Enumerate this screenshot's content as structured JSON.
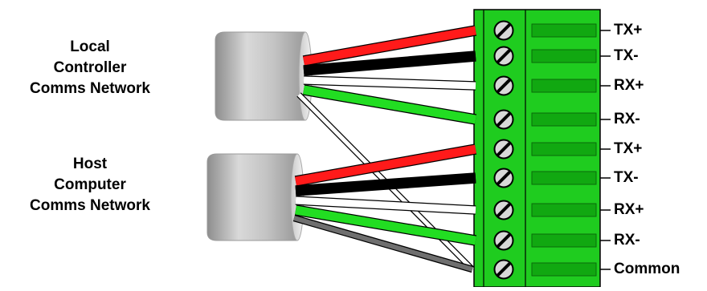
{
  "networks": {
    "local": {
      "lines": [
        "Local",
        "Controller",
        "Comms Network"
      ]
    },
    "host": {
      "lines": [
        "Host",
        "Computer",
        "Comms Network"
      ]
    }
  },
  "terminals": [
    {
      "label": "TX+"
    },
    {
      "label": "TX-"
    },
    {
      "label": "RX+"
    },
    {
      "label": "RX-"
    },
    {
      "label": "TX+"
    },
    {
      "label": "TX-"
    },
    {
      "label": "RX+"
    },
    {
      "label": "RX-"
    },
    {
      "label": "Common"
    }
  ],
  "colors": {
    "terminal_block": "#1fcc1f",
    "terminal_outline": "#000000",
    "wire_red": "#ff1a1a",
    "wire_black": "#000000",
    "wire_white": "#ffffff",
    "wire_green": "#22dd22",
    "wire_shield": "#6f6f6f"
  }
}
